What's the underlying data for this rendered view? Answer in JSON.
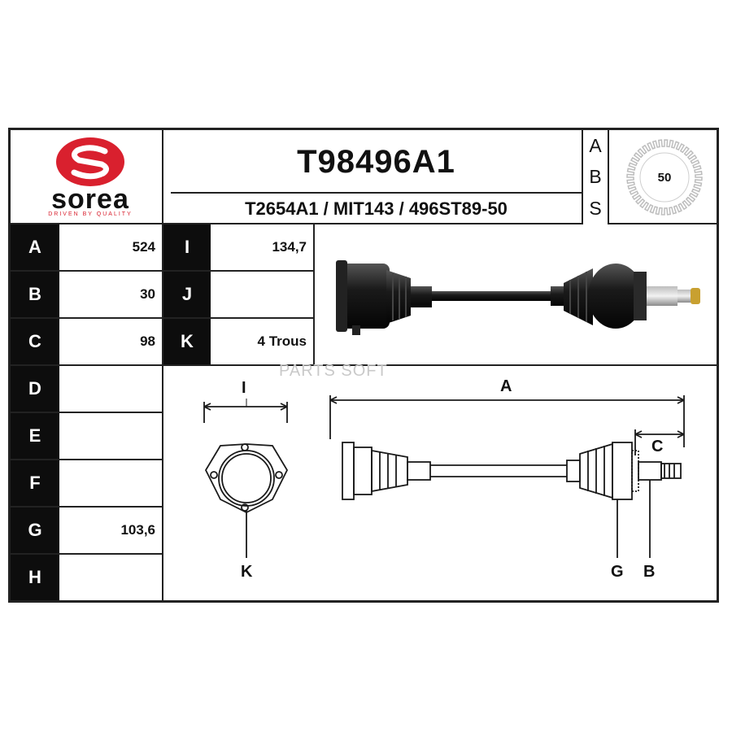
{
  "header": {
    "brand": {
      "name": "sorea",
      "tagline": "DRIVEN BY QUALITY",
      "logo_color": "#d9202e"
    },
    "part_number": "T98496A1",
    "cross_references": "T2654A1 / MIT143 / 496ST89-50",
    "abs_letters": [
      "A",
      "B",
      "S"
    ],
    "abs_teeth": "50"
  },
  "specs_left": [
    {
      "letter": "A",
      "value": "524"
    },
    {
      "letter": "B",
      "value": "30"
    },
    {
      "letter": "C",
      "value": "98"
    },
    {
      "letter": "D",
      "value": ""
    },
    {
      "letter": "E",
      "value": ""
    },
    {
      "letter": "F",
      "value": ""
    },
    {
      "letter": "G",
      "value": "103,6"
    },
    {
      "letter": "H",
      "value": ""
    }
  ],
  "specs_right": [
    {
      "letter": "I",
      "value": "134,7"
    },
    {
      "letter": "J",
      "value": ""
    },
    {
      "letter": "K",
      "value": "4 Trous"
    }
  ],
  "watermark": "PARTS SOFT",
  "diagram_labels": {
    "i": "I",
    "k": "K",
    "a": "A",
    "c": "C",
    "g": "G",
    "b": "B"
  }
}
